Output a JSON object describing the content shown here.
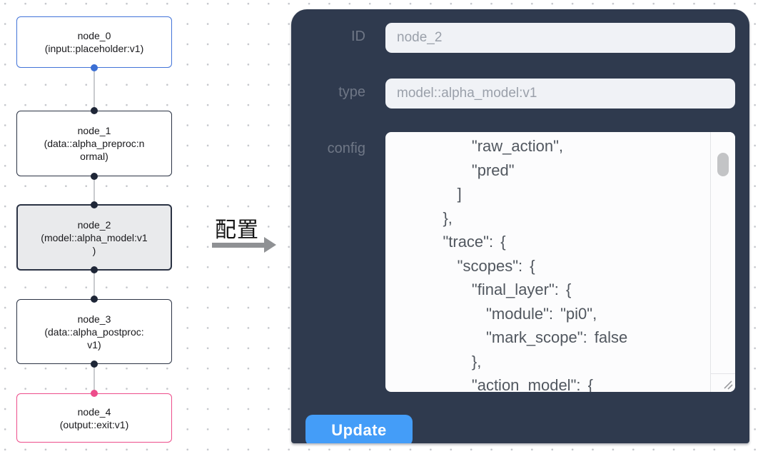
{
  "flow": {
    "nodes": [
      {
        "name": "node_0",
        "type_label": "(input::placeholder:v1)"
      },
      {
        "name": "node_1",
        "type_label": "(data::alpha_preproc:n\normal)"
      },
      {
        "name": "node_2",
        "type_label": "(model::alpha_model:v1\n)",
        "selected": true
      },
      {
        "name": "node_3",
        "type_label": "(data::alpha_postproc:\nv1)"
      },
      {
        "name": "node_4",
        "type_label": "(output::exit:v1)"
      }
    ]
  },
  "transition": {
    "label": "配置"
  },
  "panel": {
    "id_field": {
      "label": "ID",
      "value": "node_2"
    },
    "type_field": {
      "label": "type",
      "value": "model::alpha_model:v1"
    },
    "config_field": {
      "label": "config",
      "value": "        \"raw_action\",\n        \"pred\"\n      ]\n    },\n    \"trace\": {\n      \"scopes\": {\n        \"final_layer\": {\n          \"module\": \"pi0\",\n          \"mark_scope\": false\n        },\n        \"action_model\": {"
    },
    "update_button": {
      "label": "Update"
    }
  },
  "colors": {
    "panel_bg": "#2f3a4e",
    "accent_blue": "#449df8",
    "input_node_border": "#4273d8",
    "output_node_border": "#ed4d8b",
    "default_node_border": "#2b3344",
    "selected_node_bg": "#e9eaec",
    "port_default": "#1e2637",
    "port_input": "#3b6fd4",
    "port_output": "#ed4d8b"
  }
}
